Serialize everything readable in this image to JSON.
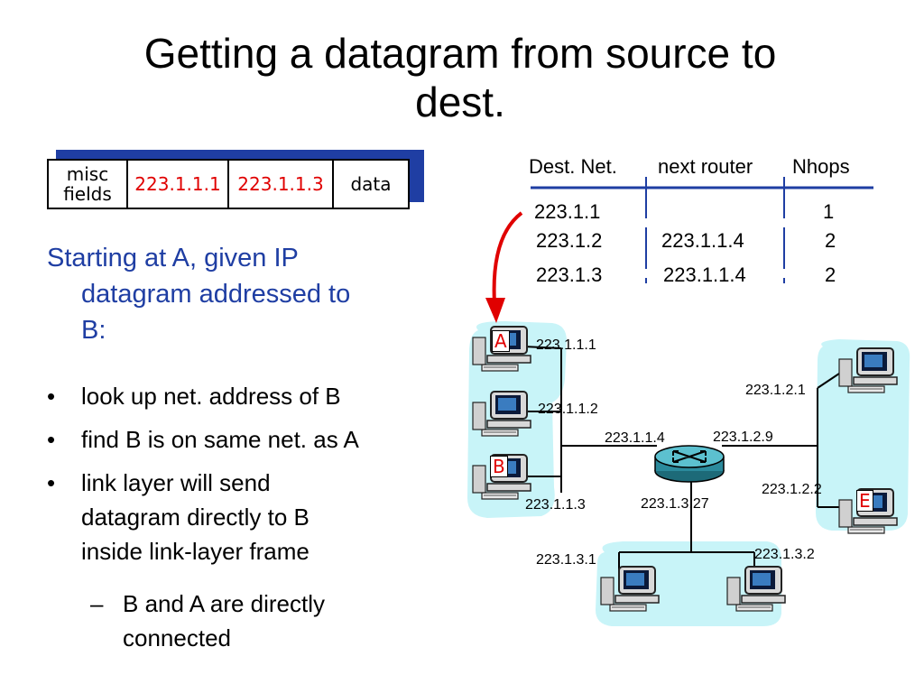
{
  "title_line1": "Getting a datagram from source to",
  "title_line2": "dest.",
  "datagram": {
    "misc1": "misc",
    "misc2": "fields",
    "src": "223.1.1.1",
    "dst": "223.1.1.3",
    "data": "data"
  },
  "table": {
    "headers": [
      "Dest. Net.",
      "next router",
      "Nhops"
    ],
    "rows": [
      {
        "net": "223.1.1",
        "router": "",
        "hops": "1"
      },
      {
        "net": "223.1.2",
        "router": "223.1.1.4",
        "hops": "2"
      },
      {
        "net": "223.1.3",
        "router": "223.1.1.4",
        "hops": "2"
      }
    ]
  },
  "text": {
    "lead_line1": "Starting at A, given IP",
    "lead_line2": "datagram addressed to",
    "lead_line3": "B:",
    "bullet_marker": "•",
    "dash_marker": "–",
    "b1": "look up net. address of B",
    "b2": "find B is on same net. as A",
    "b3_l1": "link layer will send",
    "b3_l2": "datagram directly to B",
    "b3_l3": "inside link-layer frame",
    "sub_l1": "B and A are directly",
    "sub_l2": "connected"
  },
  "network": {
    "host_a": "A",
    "host_b": "B",
    "host_e": "E",
    "ip_a": "223.1.1.1",
    "ip_112": "223.1.1.2",
    "ip_b": "223.1.1.3",
    "ip_router_1": "223.1.1.4",
    "ip_router_2": "223.1.2.9",
    "ip_router_3": "223.1.3.27",
    "ip_121": "223.1.2.1",
    "ip_e": "223.1.2.2",
    "ip_131": "223.1.3.1",
    "ip_132": "223.1.3.2"
  },
  "colors": {
    "accent_blue": "#1f3ea3",
    "highlight_red": "#e00000",
    "cloud": "#c8f4f8"
  }
}
